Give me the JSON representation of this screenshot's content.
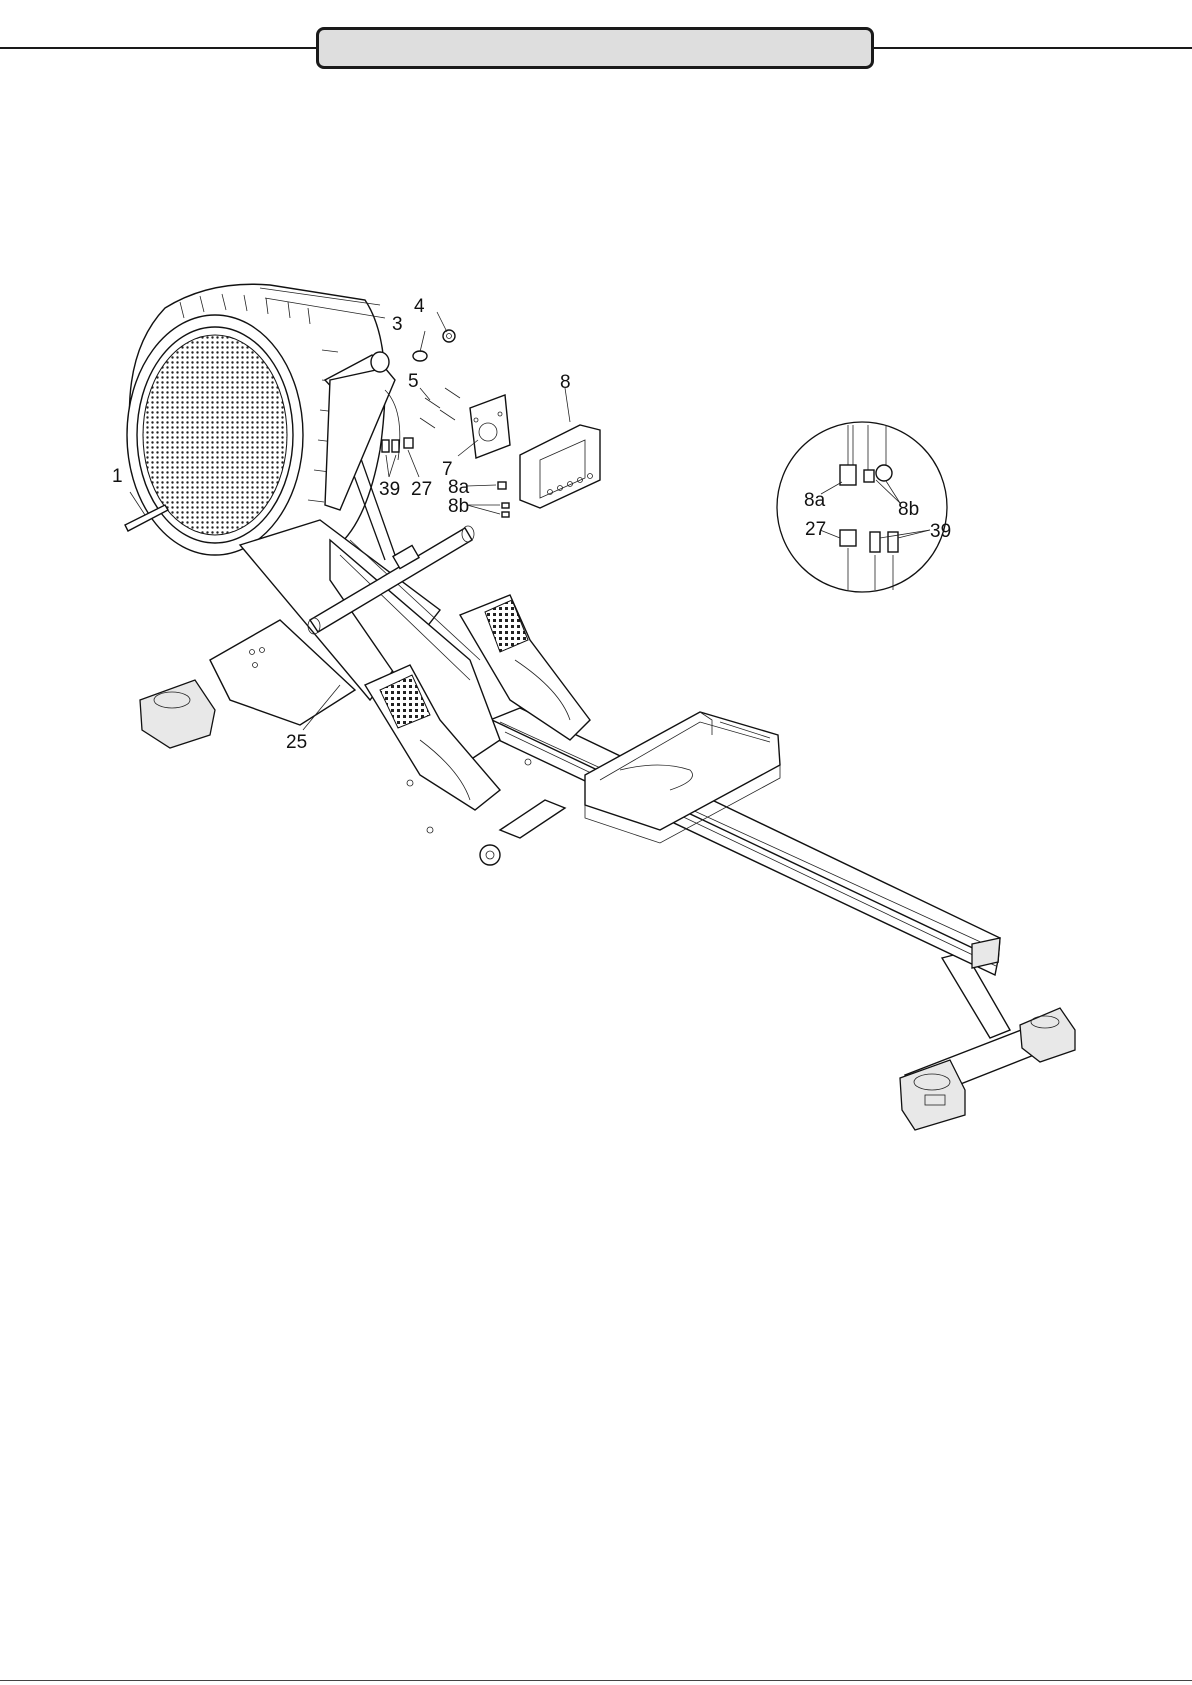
{
  "header": {
    "title": ""
  },
  "diagram": {
    "callouts": {
      "c1": "1",
      "c3": "3",
      "c4": "4",
      "c5": "5",
      "c7": "7",
      "c8": "8",
      "c8a": "8a",
      "c8b": "8b",
      "c39": "39",
      "c27": "27",
      "c25": "25"
    },
    "detail_callouts": {
      "d8a": "8a",
      "d8b": "8b",
      "d27": "27",
      "d39": "39"
    }
  }
}
